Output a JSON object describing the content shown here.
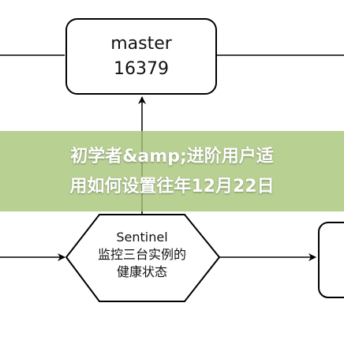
{
  "master_node": {
    "name": "master",
    "port": "16379"
  },
  "sentinel_node": {
    "name": "Sentinel",
    "line1": "监控三台实例的",
    "line2": "健康状态"
  },
  "banner": {
    "line1": "初学者&amp;进阶用户适",
    "line2": "用如何设置往年12月22日"
  },
  "colors": {
    "banner_overlay": "#a8c478",
    "stroke": "#000000"
  }
}
